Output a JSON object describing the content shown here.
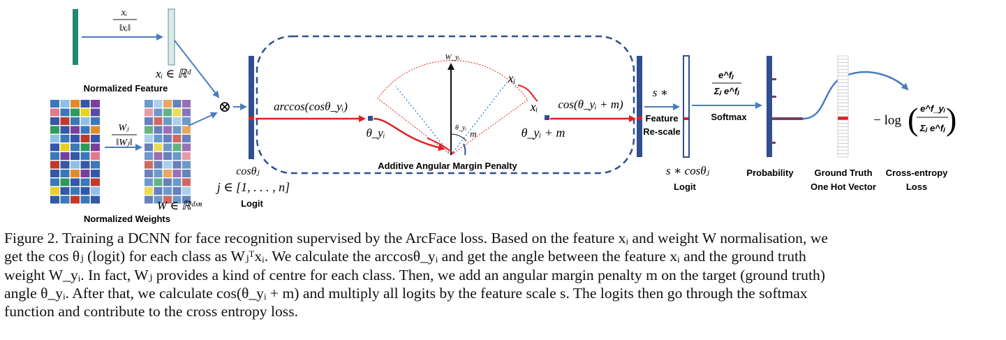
{
  "diagram": {
    "feature": {
      "norm_numerator": "xᵢ",
      "norm_denominator": "‖xᵢ‖",
      "space_label": "xᵢ ∈ ℝᵈ",
      "title": "Normalized Feature"
    },
    "weights": {
      "norm_numerator": "Wⱼ",
      "norm_denominator": "‖Wⱼ‖",
      "space_label": "W ∈ ℝᵈˣⁿ",
      "title": "Normalized Weights",
      "colors": [
        [
          "#3a78b8",
          "#8fc0e8",
          "#e08b2a",
          "#3457a8",
          "#7a3f9a"
        ],
        [
          "#e07a8a",
          "#3a78b8",
          "#2f9a5a",
          "#e8d020",
          "#5a4aa8"
        ],
        [
          "#3457a8",
          "#c0392b",
          "#3a78b8",
          "#8fc0e8",
          "#3a78b8"
        ],
        [
          "#2f9a5a",
          "#3457a8",
          "#7a3f9a",
          "#3a78b8",
          "#e08b2a"
        ],
        [
          "#8fc0e8",
          "#3a78b8",
          "#3457a8",
          "#c0392b",
          "#3457a8"
        ],
        [
          "#3457a8",
          "#e8d020",
          "#3a78b8",
          "#2f9a5a",
          "#7a3f9a"
        ],
        [
          "#3a78b8",
          "#7a3f9a",
          "#3457a8",
          "#3a78b8",
          "#e07a8a"
        ],
        [
          "#c0392b",
          "#3457a8",
          "#8fc0e8",
          "#3457a8",
          "#3a78b8"
        ],
        [
          "#3457a8",
          "#3a78b8",
          "#e08b2a",
          "#7a3f9a",
          "#3457a8"
        ],
        [
          "#3a78b8",
          "#2f9a5a",
          "#3457a8",
          "#3a78b8",
          "#c0392b"
        ],
        [
          "#e8d020",
          "#3457a8",
          "#3a78b8",
          "#3457a8",
          "#8fc0e8"
        ],
        [
          "#3457a8",
          "#3a78b8",
          "#c0392b",
          "#3a78b8",
          "#3457a8"
        ]
      ]
    },
    "otimes": "⊗",
    "logit": {
      "cos_label": "cosθⱼ",
      "range_label": "j ∈ [1, . . . , n]",
      "title": "Logit"
    },
    "arc": {
      "arccos_label": "arccos(cosθ_yᵢ)",
      "theta_label": "θ_yᵢ",
      "w_label": "W_yᵢ",
      "x_top_label": "xᵢ",
      "x_right_label": "xᵢ",
      "theta_small_label": "θ_yᵢ",
      "m_label": "m",
      "theta_plus_m_label": "θ_yᵢ + m",
      "cos_plus_m_label": "cos(θ_yᵢ + m)",
      "title": "Additive Angular Margin Penalty"
    },
    "rescale": {
      "s_label": "s ∗",
      "title_line1": "Feature",
      "title_line2": "Re-scale",
      "s_cos_label": "s ∗ cosθⱼ",
      "title": "Logit"
    },
    "softmax": {
      "numerator": "e^fⱼ",
      "denominator": "Σⱼ e^fⱼ",
      "title": "Softmax"
    },
    "probability": {
      "title": "Probability"
    },
    "ground_truth": {
      "title_line1": "Ground Truth",
      "title_line2": "One Hot Vector"
    },
    "loss": {
      "prefix": "− log",
      "numerator": "e^f_yᵢ",
      "denominator": "Σⱼ e^fⱼ",
      "title_line1": "Cross-entropy",
      "title_line2": "Loss"
    },
    "colors": {
      "dark_bar": "#2f4f8f",
      "arrow_blue": "#4a7cc0",
      "red_arrow": "#e02020",
      "dashed_box": "#2f4f8f",
      "feature_bar": "#1f8a70",
      "light_bar": "#d9ece6"
    }
  },
  "caption": {
    "lines": [
      "Figure 2. Training a DCNN for face recognition supervised by the ArcFace loss. Based on the feature xᵢ and weight W normalisation, we",
      "get the cos θⱼ (logit) for each class as Wⱼᵀxᵢ. We calculate the arccosθ_yᵢ and get the angle between the feature xᵢ and the ground truth",
      "weight W_yᵢ. In fact, Wⱼ provides a kind of centre for each class. Then, we add an angular margin penalty m on the target (ground truth)",
      "angle θ_yᵢ. After that, we calculate cos(θ_yᵢ + m) and multiply all logits by the feature scale s. The logits then go through the softmax",
      "function and contribute to the cross entropy loss."
    ]
  }
}
